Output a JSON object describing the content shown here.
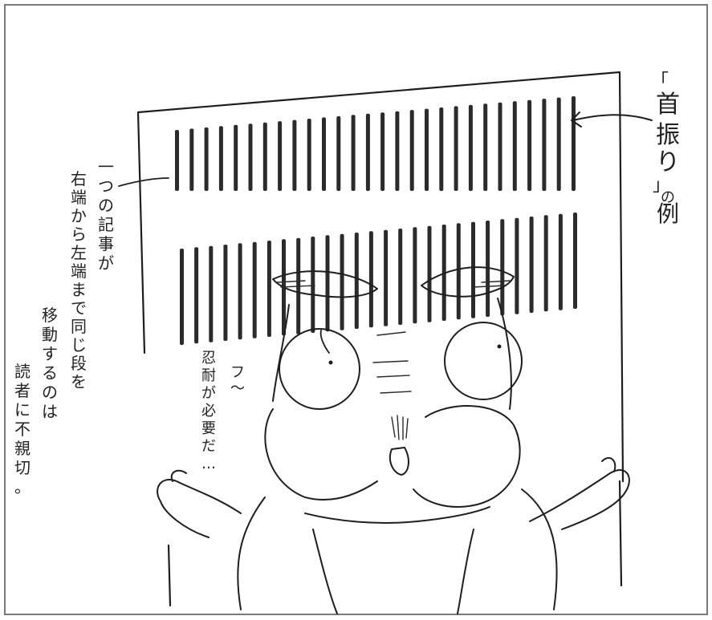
{
  "callout_right": {
    "lines": [
      "「",
      "首",
      "振",
      "り",
      "」",
      "の",
      "例"
    ]
  },
  "callout_left": {
    "columns": [
      "一つの記事が",
      "右端から左端まで同じ段を",
      "移動するのは",
      "読者に不親切。"
    ]
  },
  "speech": {
    "columns": [
      "フ〜",
      "忍耐が必要だ…"
    ]
  },
  "colors": {
    "ink": "#1e1e1e",
    "paper": "#ffffff",
    "frame": "#7a7a7a"
  }
}
